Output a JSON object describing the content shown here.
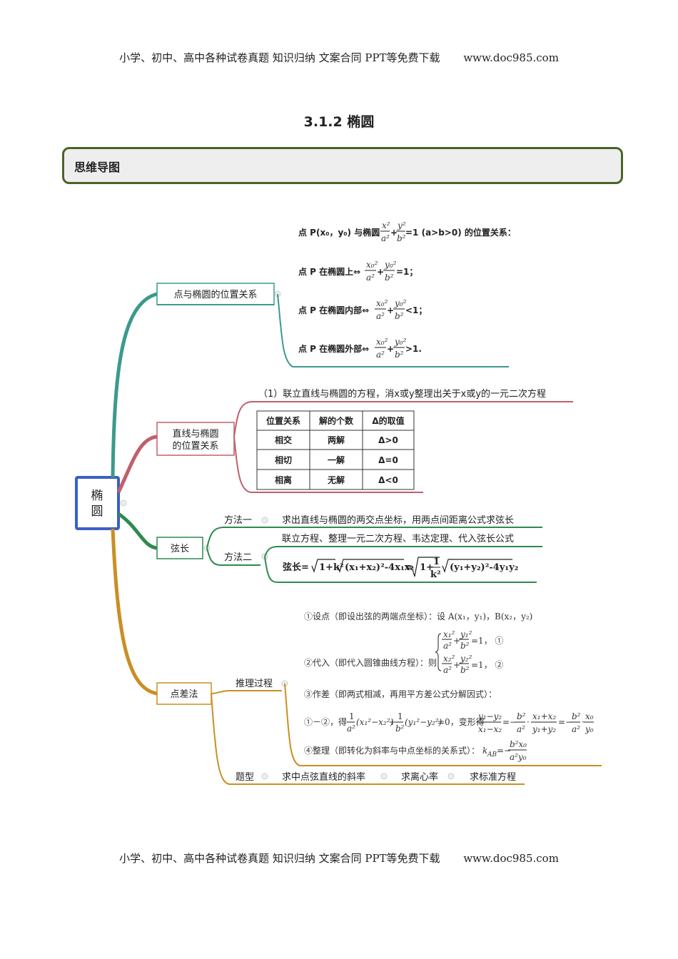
{
  "header": {
    "text": "小学、初中、高中各种试卷真题  知识归纳  文案合同  PPT等免费下载",
    "site": "www.doc985.com"
  },
  "footer": {
    "text": "小学、初中、高中各种试卷真题  知识归纳  文案合同  PPT等免费下载",
    "site": "www.doc985.com"
  },
  "title": "3.1.2 椭圆",
  "section": "思维导图",
  "root": {
    "line1": "椭",
    "line2": "圆"
  },
  "branch1": {
    "label": "点与椭圆的位置关系",
    "l1a": "点 P(x₀，y₀) 与椭圆",
    "l1b": "=1 (a>b>0) 的位置关系：",
    "l2a": "点 P 在椭圆上⇔",
    "l2b": "=1；",
    "l3a": "点 P 在椭圆内部⇔",
    "l3b": "<1；",
    "l4a": "点 P 在椭圆外部⇔",
    "l4b": ">1."
  },
  "branch2": {
    "label1": "直线与椭圆",
    "label2": "的位置关系",
    "note": "（1）联立直线与椭圆的方程，消x或y整理出关于x或y的一元二次方程",
    "table": {
      "headers": [
        "位置关系",
        "解的个数",
        "Δ的取值"
      ],
      "rows": [
        [
          "相交",
          "两解",
          "Δ>0"
        ],
        [
          "相切",
          "一解",
          "Δ=0"
        ],
        [
          "相离",
          "无解",
          "Δ<0"
        ]
      ]
    }
  },
  "branch3": {
    "label": "弦长",
    "m1": "方法一",
    "m1text": "求出直线与椭圆的两交点坐标，用两点间距离公式求弦长",
    "m2": "方法二",
    "m2text": "联立方程、整理一元二次方程、韦达定理、代入弦长公式",
    "formula_a": "弦长=",
    "formula_b": "(x₁+x₂)²-4x₁x₂",
    "formula_c": "(y₁+y₂)²-4y₁y₂"
  },
  "branch4": {
    "label": "点差法",
    "sub1": "推理过程",
    "s1": "①设点（即设出弦的两端点坐标）：设 A(x₁，y₁)，B(x₂，y₂)",
    "s2": "②代入（即代入圆锥曲线方程）：则",
    "s2m1": "=1，    ①",
    "s2m2": "=1，    ②",
    "s3": "③作差（即两式相减，再用平方差公式分解因式）：",
    "s4": "①－②，得",
    "s4b": "=0，变形得",
    "s5": "④整理（即转化为斜率与中点坐标的关系式）：",
    "sub2": "题型",
    "t1": "求中点弦直线的斜率",
    "t2": "求离心率",
    "t3": "求标准方程"
  }
}
